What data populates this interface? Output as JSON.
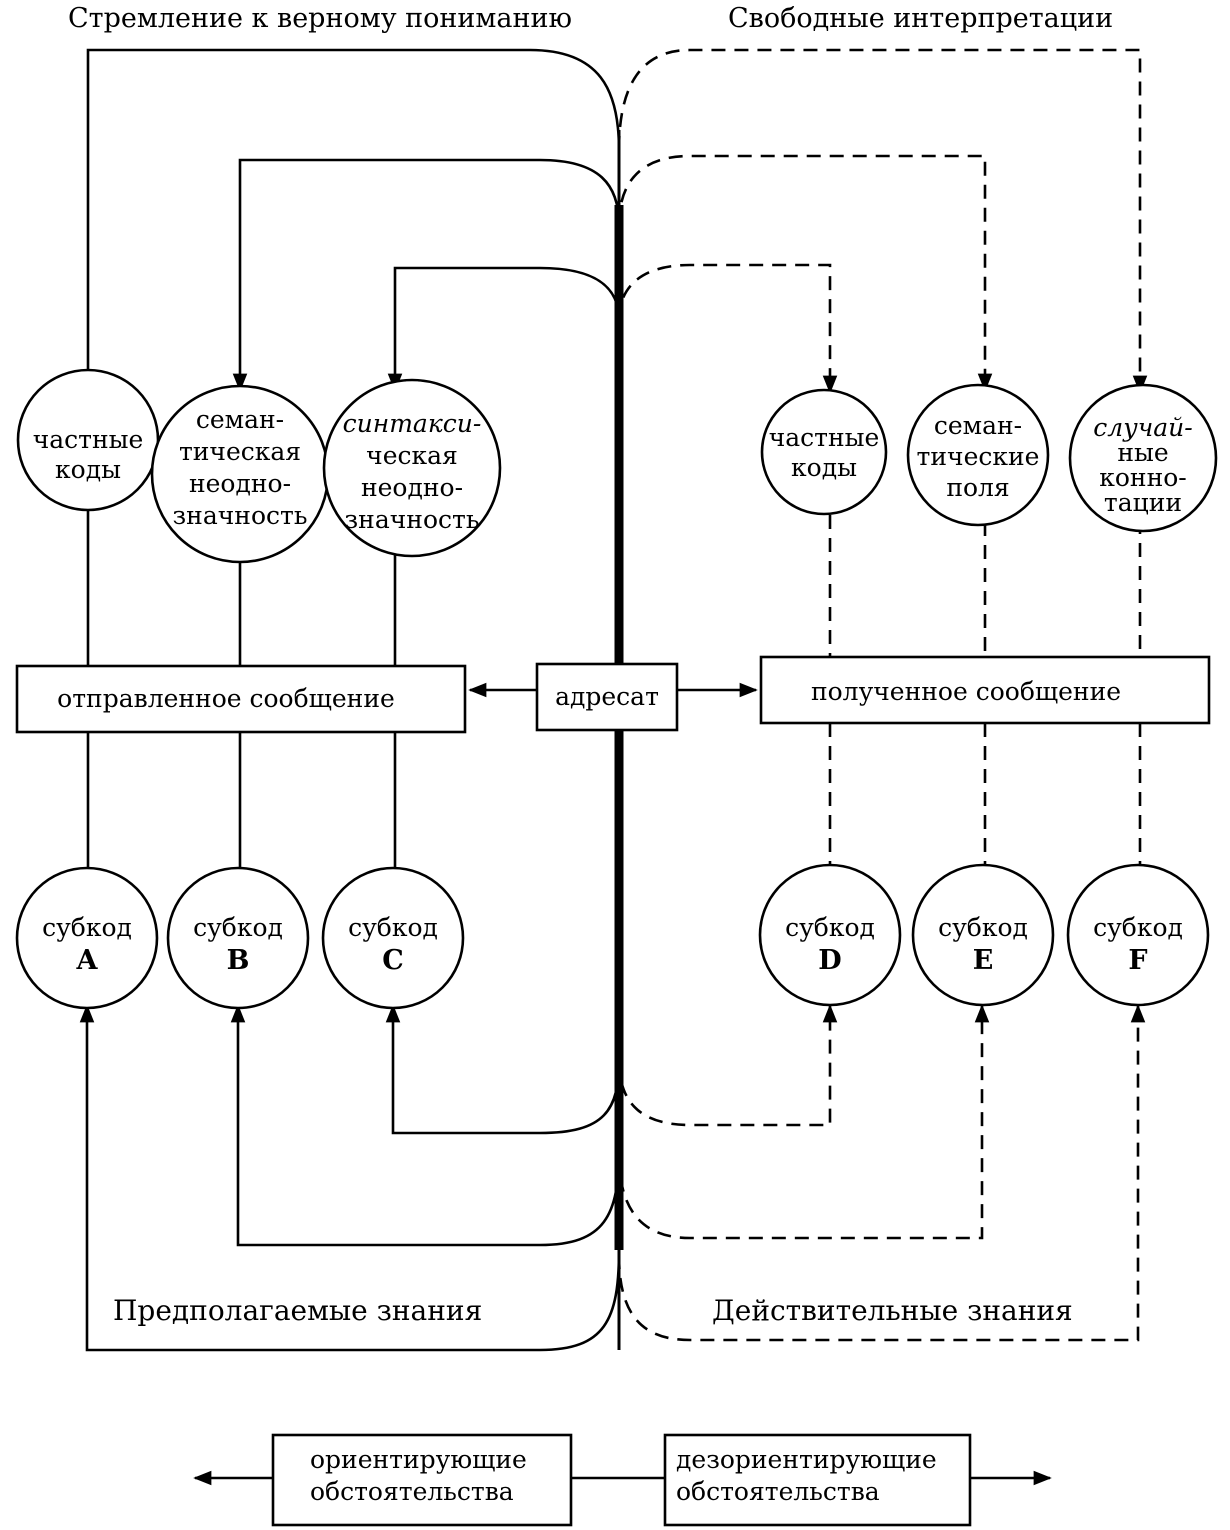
{
  "headings": {
    "top_left": "Стремление к верному пониманию",
    "top_right": "Свободные интерпретации",
    "bottom_left": "Предполагаемые знания",
    "bottom_right": "Действительные знания"
  },
  "boxes": {
    "sent": "отправленное сообщение",
    "addressee": "адресат",
    "received": "полученное сообщение"
  },
  "top_nodes_left": {
    "private_codes": [
      "частные",
      "коды"
    ],
    "semantic_ambiguity": [
      "семан-",
      "тическая",
      "неодно-",
      "значность"
    ],
    "syntactic_ambiguity": [
      "синтакси-",
      "ческая",
      "неодно-",
      "значность"
    ]
  },
  "top_nodes_right": {
    "private_codes": [
      "частные",
      "коды"
    ],
    "semantic_fields": [
      "семан-",
      "тические",
      "поля"
    ],
    "random_connotations": [
      "случай-",
      "ные",
      "конно-",
      "тации"
    ]
  },
  "subcodes": {
    "word": "субкод",
    "letters": [
      "A",
      "B",
      "C",
      "D",
      "E",
      "F"
    ]
  },
  "bottom_boxes": {
    "orienting": [
      "ориентирующие",
      "обстоятельства"
    ],
    "disorienting": [
      "дезориентирующие",
      "обстоятельства"
    ]
  }
}
